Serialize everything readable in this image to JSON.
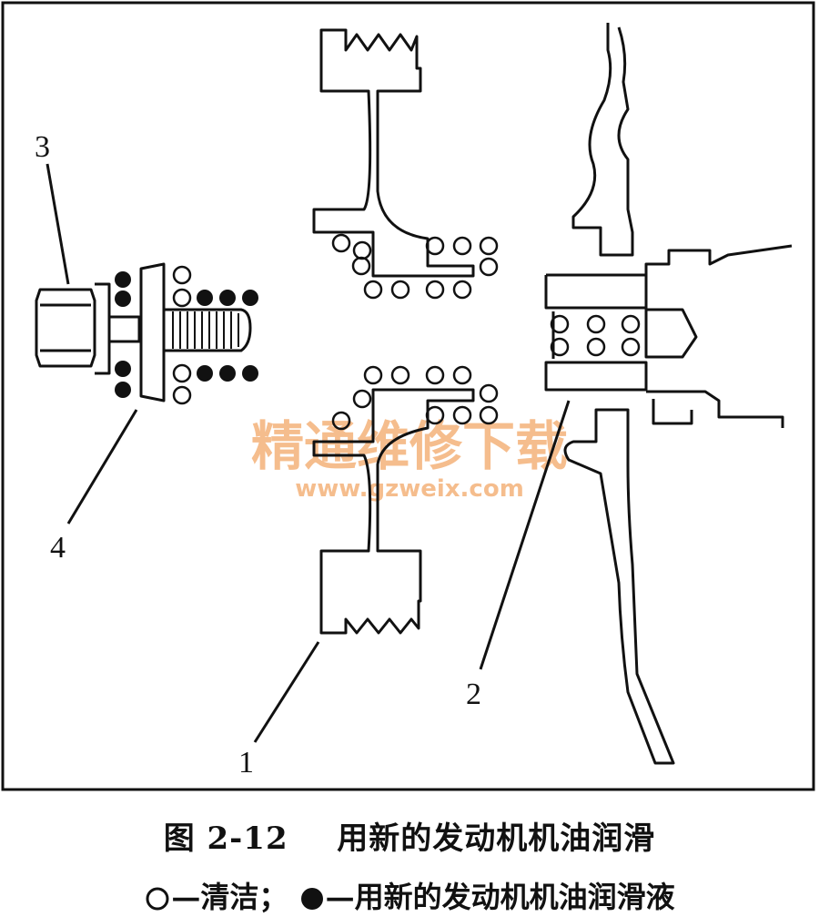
{
  "callouts": {
    "c1": "1",
    "c2": "2",
    "c3": "3",
    "c4": "4"
  },
  "watermark": {
    "line1": "精通维修下载",
    "line2": "www.gzweix.com",
    "color": "#f4b27a"
  },
  "caption": {
    "label": "图 2-12",
    "title": "用新的发动机机油润滑"
  },
  "legend": {
    "open_text": "—清洁；",
    "filled_text": "—用新的发动机机油润滑液"
  },
  "colors": {
    "ink": "#111111",
    "paper": "#ffffff"
  }
}
